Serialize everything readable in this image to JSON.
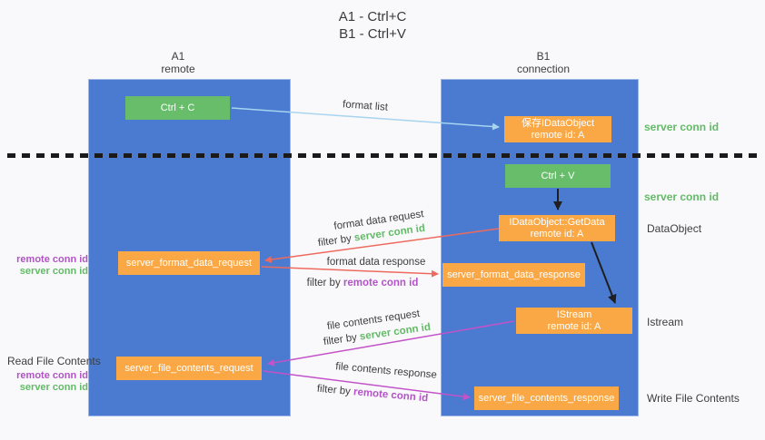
{
  "title": {
    "line1": "A1 - Ctrl+C",
    "line2": "B1 - Ctrl+V"
  },
  "lanes": {
    "a": {
      "id": "A1",
      "name": "remote"
    },
    "b": {
      "id": "B1",
      "name": "connection"
    }
  },
  "nodes": {
    "ctrl_c": {
      "label": "Ctrl + C"
    },
    "ctrl_v": {
      "label": "Ctrl + V"
    },
    "save_dataobject": {
      "line1": "保存IDataObject",
      "line2": "remote id: A"
    },
    "getdata": {
      "line1": "IDataObject::GetData",
      "line2": "remote id: A"
    },
    "istream": {
      "line1": "IStream",
      "line2": "remote id: A"
    },
    "format_request": {
      "label": "server_format_data_request"
    },
    "format_response": {
      "label": "server_format_data_response"
    },
    "file_request": {
      "label": "server_file_contents_request"
    },
    "file_response": {
      "label": "server_file_contents_response"
    }
  },
  "arrow_labels": {
    "format_list": "format list",
    "format_data_request": "format data request",
    "format_data_response": "format data response",
    "file_contents_request": "file contents request",
    "file_contents_response": "file contents response",
    "filter_by": "filter by",
    "server_conn_id": "server conn id",
    "remote_conn_id": "remote conn id"
  },
  "side_labels": {
    "server_conn_id_top": "server conn id",
    "server_conn_id_mid": "server conn id",
    "dataobject": "DataObject",
    "istream": "Istream",
    "write_file_contents": "Write File Contents",
    "read_file_contents": "Read File Contents",
    "remote_conn_id": "remote conn id",
    "server_conn_id": "server conn id"
  },
  "colors": {
    "lane_blue": "#4a7bd0",
    "node_green": "#68bd6b",
    "node_orange": "#f9a845",
    "arrow_red": "#ee6a5f",
    "arrow_magenta": "#c253c8",
    "arrow_lightblue": "#a7d4ef",
    "arrow_black": "#1f1f1f",
    "label_green": "#62bb66",
    "label_purple": "#b353c7"
  }
}
